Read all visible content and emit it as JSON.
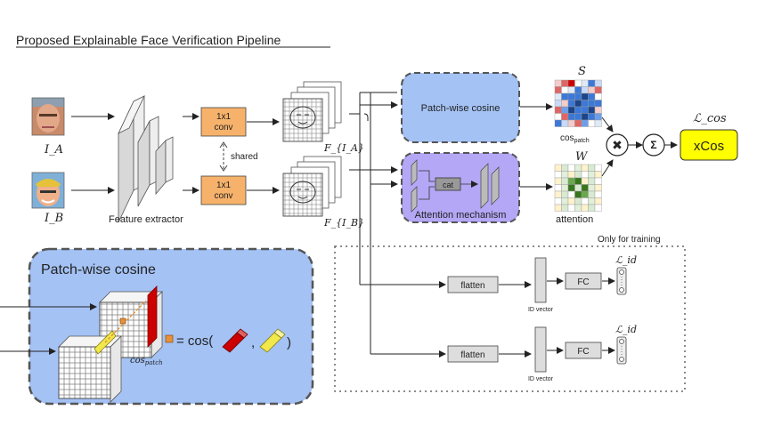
{
  "title": "Proposed Explainable Face Verification Pipeline",
  "inputs": {
    "a_label": "I_A",
    "b_label": "I_B"
  },
  "feature_extractor_label": "Feature extractor",
  "conv_top": {
    "line1": "1x1",
    "line2": "conv"
  },
  "conv_bottom": {
    "line1": "1x1",
    "line2": "conv"
  },
  "shared_label": "shared",
  "feature_maps": {
    "a_label": "F_{I_A}",
    "b_label": "F_{I_B}"
  },
  "patch_cosine_label": "Patch-wise cosine",
  "attention": {
    "label": "Attention mechanism",
    "cat_label": "cat"
  },
  "cos_map": {
    "symbol": "S",
    "label": "cos",
    "subscript": "patch"
  },
  "attention_map": {
    "symbol": "W",
    "label": "attention"
  },
  "operators": {
    "multiply": "✖",
    "sum": "Σ"
  },
  "loss_cos": "ℒ_cos",
  "xcos_label": "xCos",
  "training": {
    "label": "Only for training",
    "flatten_top": "flatten",
    "flatten_bottom": "flatten",
    "fc_top": "FC",
    "fc_bottom": "FC",
    "id_vector_top": "ID vector",
    "id_vector_bottom": "ID vector",
    "loss_id_top": "ℒ_id",
    "loss_id_bottom": "ℒ_id"
  },
  "inset": {
    "title": "Patch-wise cosine",
    "equation_prefix": "= cos(",
    "comma": ",",
    "close_paren": ")",
    "cos_label": "cos",
    "cos_subscript": "patch"
  },
  "colors": {
    "blue_panel": "#a4c2f4",
    "purple_panel": "#b4a7f5",
    "conv_orange": "#f6b26b",
    "xcos_yellow": "#ffff00",
    "red_cuboid": "#cc0000",
    "yellow_cuboid": "#f1e84b"
  }
}
